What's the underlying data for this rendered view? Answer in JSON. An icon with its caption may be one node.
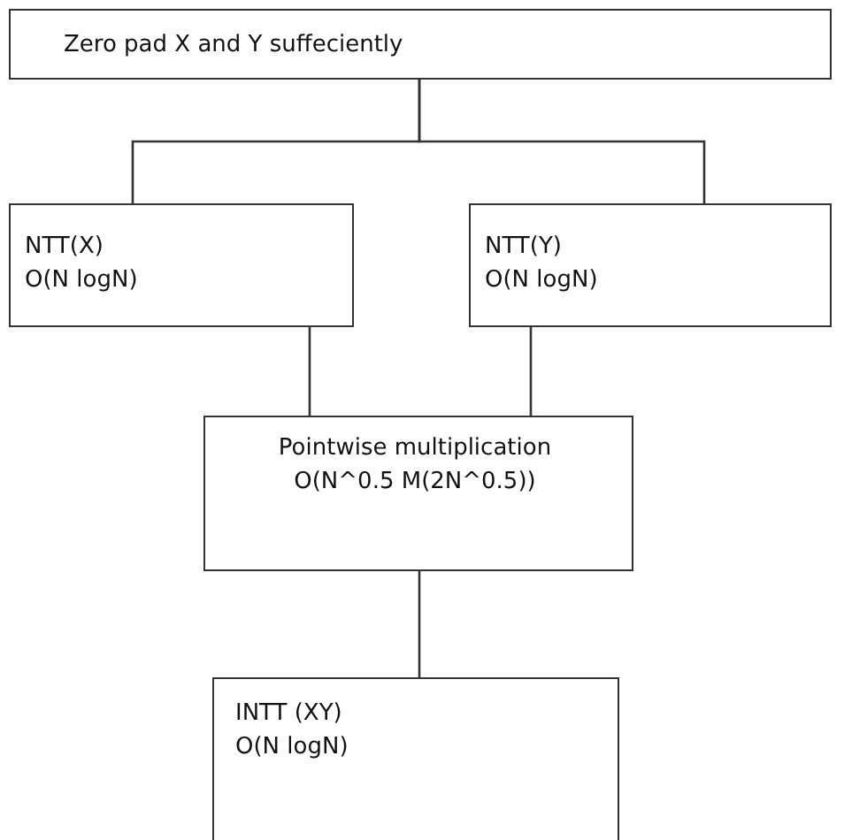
{
  "diagram": {
    "nodes": [
      {
        "text": [
          "Zero pad X and Y suffeciently"
        ]
      },
      {
        "text": [
          "NTT(X)",
          "O(N logN)"
        ]
      },
      {
        "text": [
          "NTT(Y)",
          "O(N logN)"
        ]
      },
      {
        "text": [
          "Pointwise multiplication",
          "O(N^0.5 M(2N^0.5))"
        ]
      },
      {
        "text": [
          "INTT (XY)",
          "O(N logN)"
        ]
      }
    ],
    "edges": [
      {
        "from": 0,
        "to": 1,
        "arrow": "none"
      },
      {
        "from": 0,
        "to": 2,
        "arrow": "none"
      },
      {
        "from": 1,
        "to": 3,
        "arrow": "none"
      },
      {
        "from": 2,
        "to": 3,
        "arrow": "none"
      },
      {
        "from": 3,
        "to": 4,
        "arrow": "none"
      }
    ]
  }
}
